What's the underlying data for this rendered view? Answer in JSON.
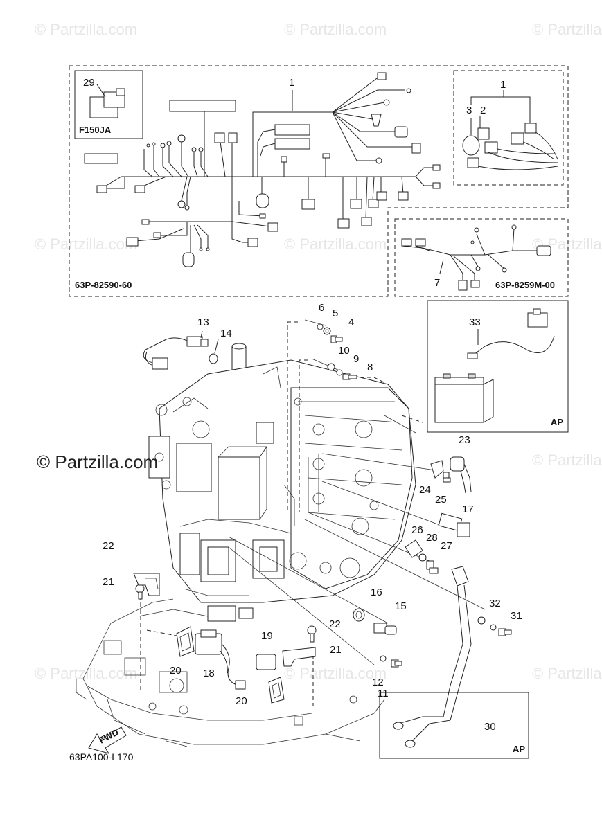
{
  "watermark": {
    "text": "© Partzilla.com",
    "main_text": "© Partzilla.com"
  },
  "figure_code": "63PA100-L170",
  "harness_main_code": "63P-82590-60",
  "harness_sub_code": "63P-8259M-00",
  "variant_label": "F150JA",
  "ap_label_top": "AP",
  "ap_label_bottom": "AP",
  "fwd_label": "FWD",
  "callouts": [
    "1",
    "1",
    "2",
    "3",
    "4",
    "5",
    "6",
    "7",
    "8",
    "9",
    "10",
    "11",
    "12",
    "13",
    "14",
    "15",
    "16",
    "17",
    "18",
    "19",
    "20",
    "20",
    "21",
    "21",
    "22",
    "22",
    "23",
    "24",
    "25",
    "26",
    "27",
    "28",
    "29",
    "30",
    "31",
    "32",
    "33"
  ]
}
